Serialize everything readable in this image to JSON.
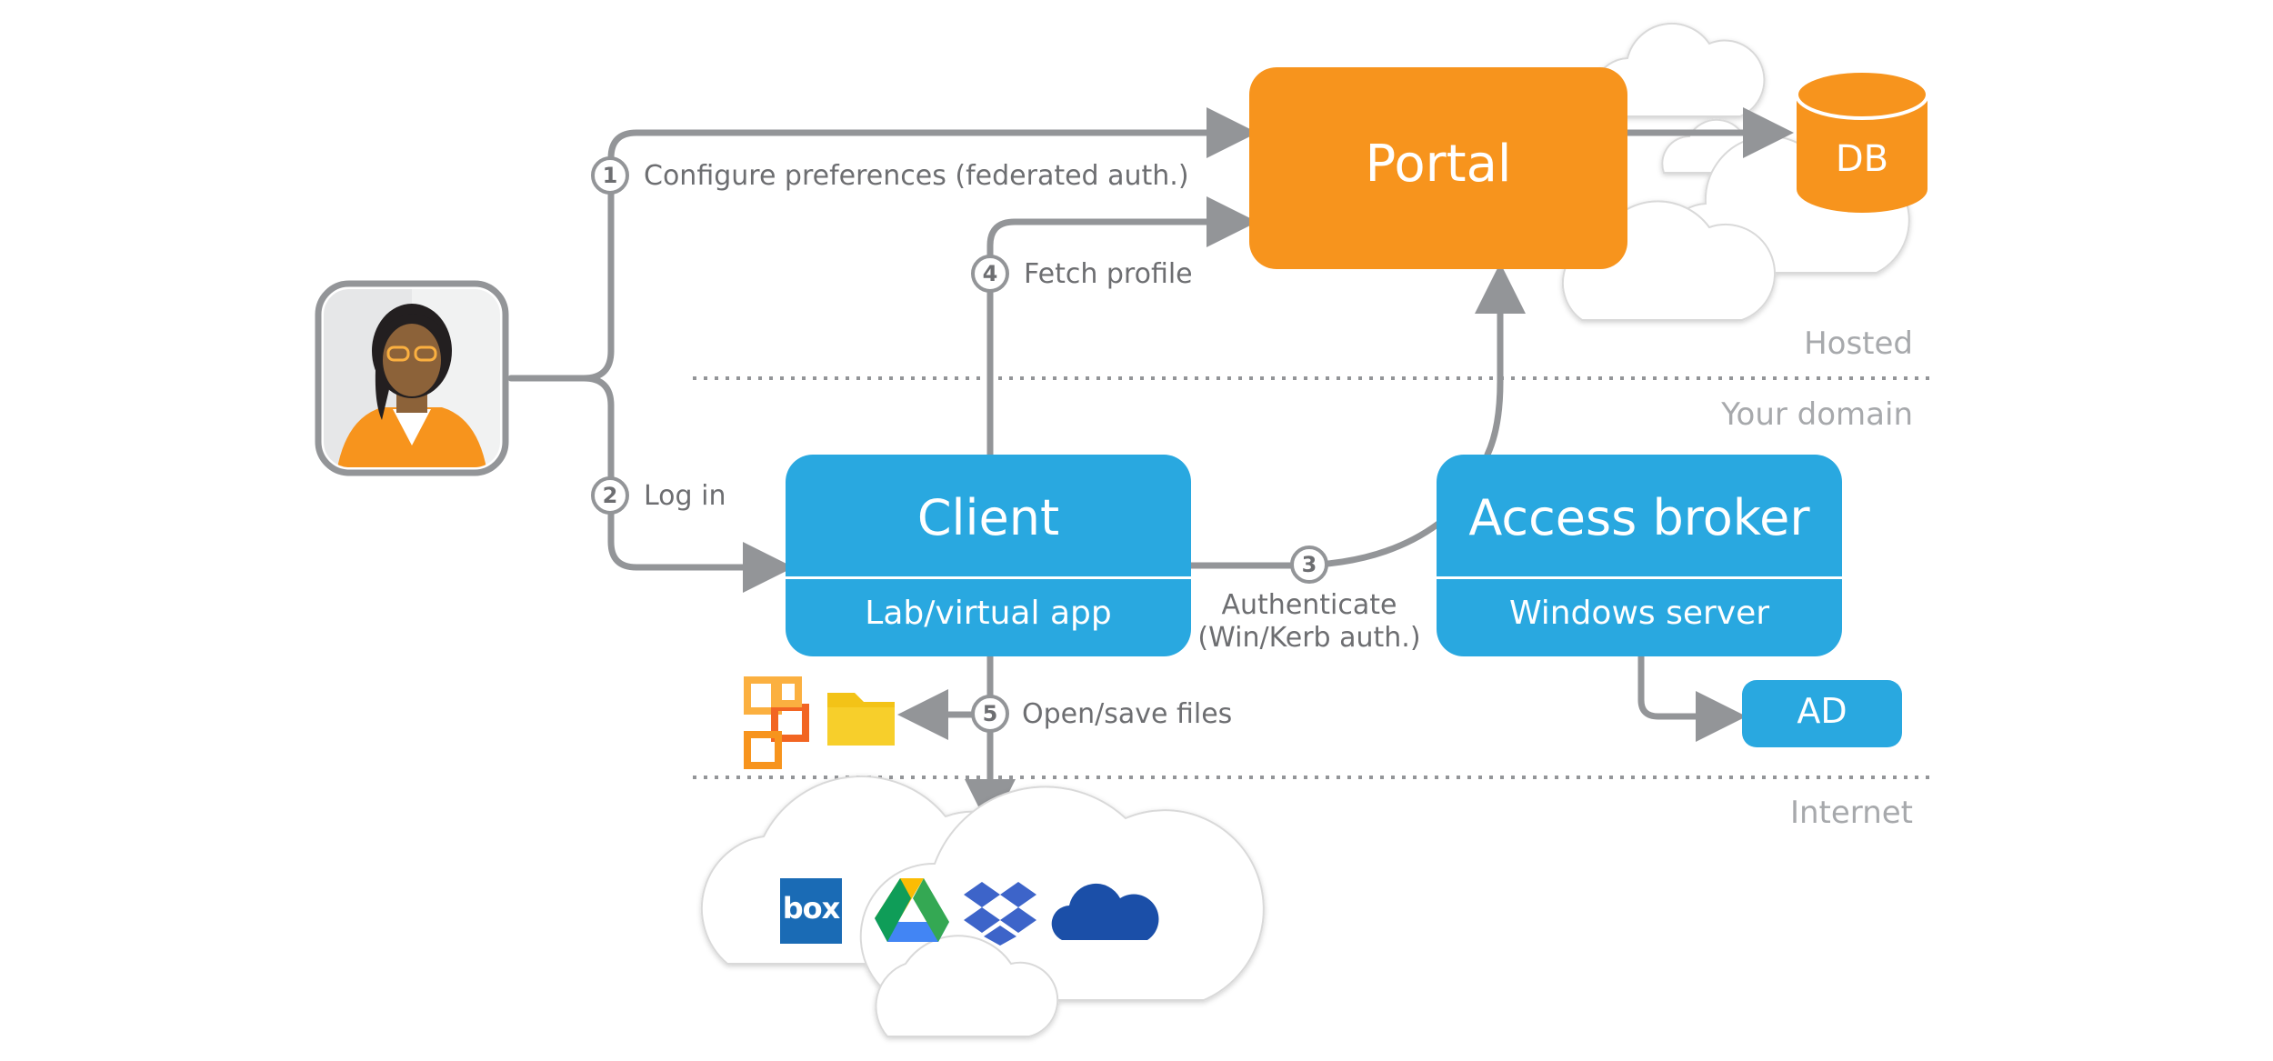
{
  "colors": {
    "orange": "#f7941d",
    "blue": "#29a8e0",
    "gray": "#939598",
    "text_gray": "#6d6e71",
    "zone_gray": "#a7a9ac"
  },
  "nodes": {
    "portal": {
      "label": "Portal"
    },
    "db": {
      "label": "DB"
    },
    "client": {
      "label": "Client",
      "sublabel": "Lab/virtual app"
    },
    "broker": {
      "label": "Access broker",
      "sublabel": "Windows server"
    },
    "ad": {
      "label": "AD"
    },
    "box_service": {
      "label": "box"
    }
  },
  "steps": [
    {
      "number": "1",
      "label": "Configure preferences (federated auth.)"
    },
    {
      "number": "2",
      "label": "Log in"
    },
    {
      "number": "3",
      "label": "Authenticate",
      "label2": "(Win/Kerb auth.)"
    },
    {
      "number": "4",
      "label": "Fetch profile"
    },
    {
      "number": "5",
      "label": "Open/save files"
    }
  ],
  "zones": {
    "hosted": "Hosted",
    "your_domain": "Your domain",
    "internet": "Internet"
  },
  "icons": [
    "user-avatar-icon",
    "office-icon",
    "folder-icon",
    "box-icon",
    "google-drive-icon",
    "dropbox-icon",
    "onedrive-icon",
    "cloud-icon",
    "database-icon"
  ]
}
